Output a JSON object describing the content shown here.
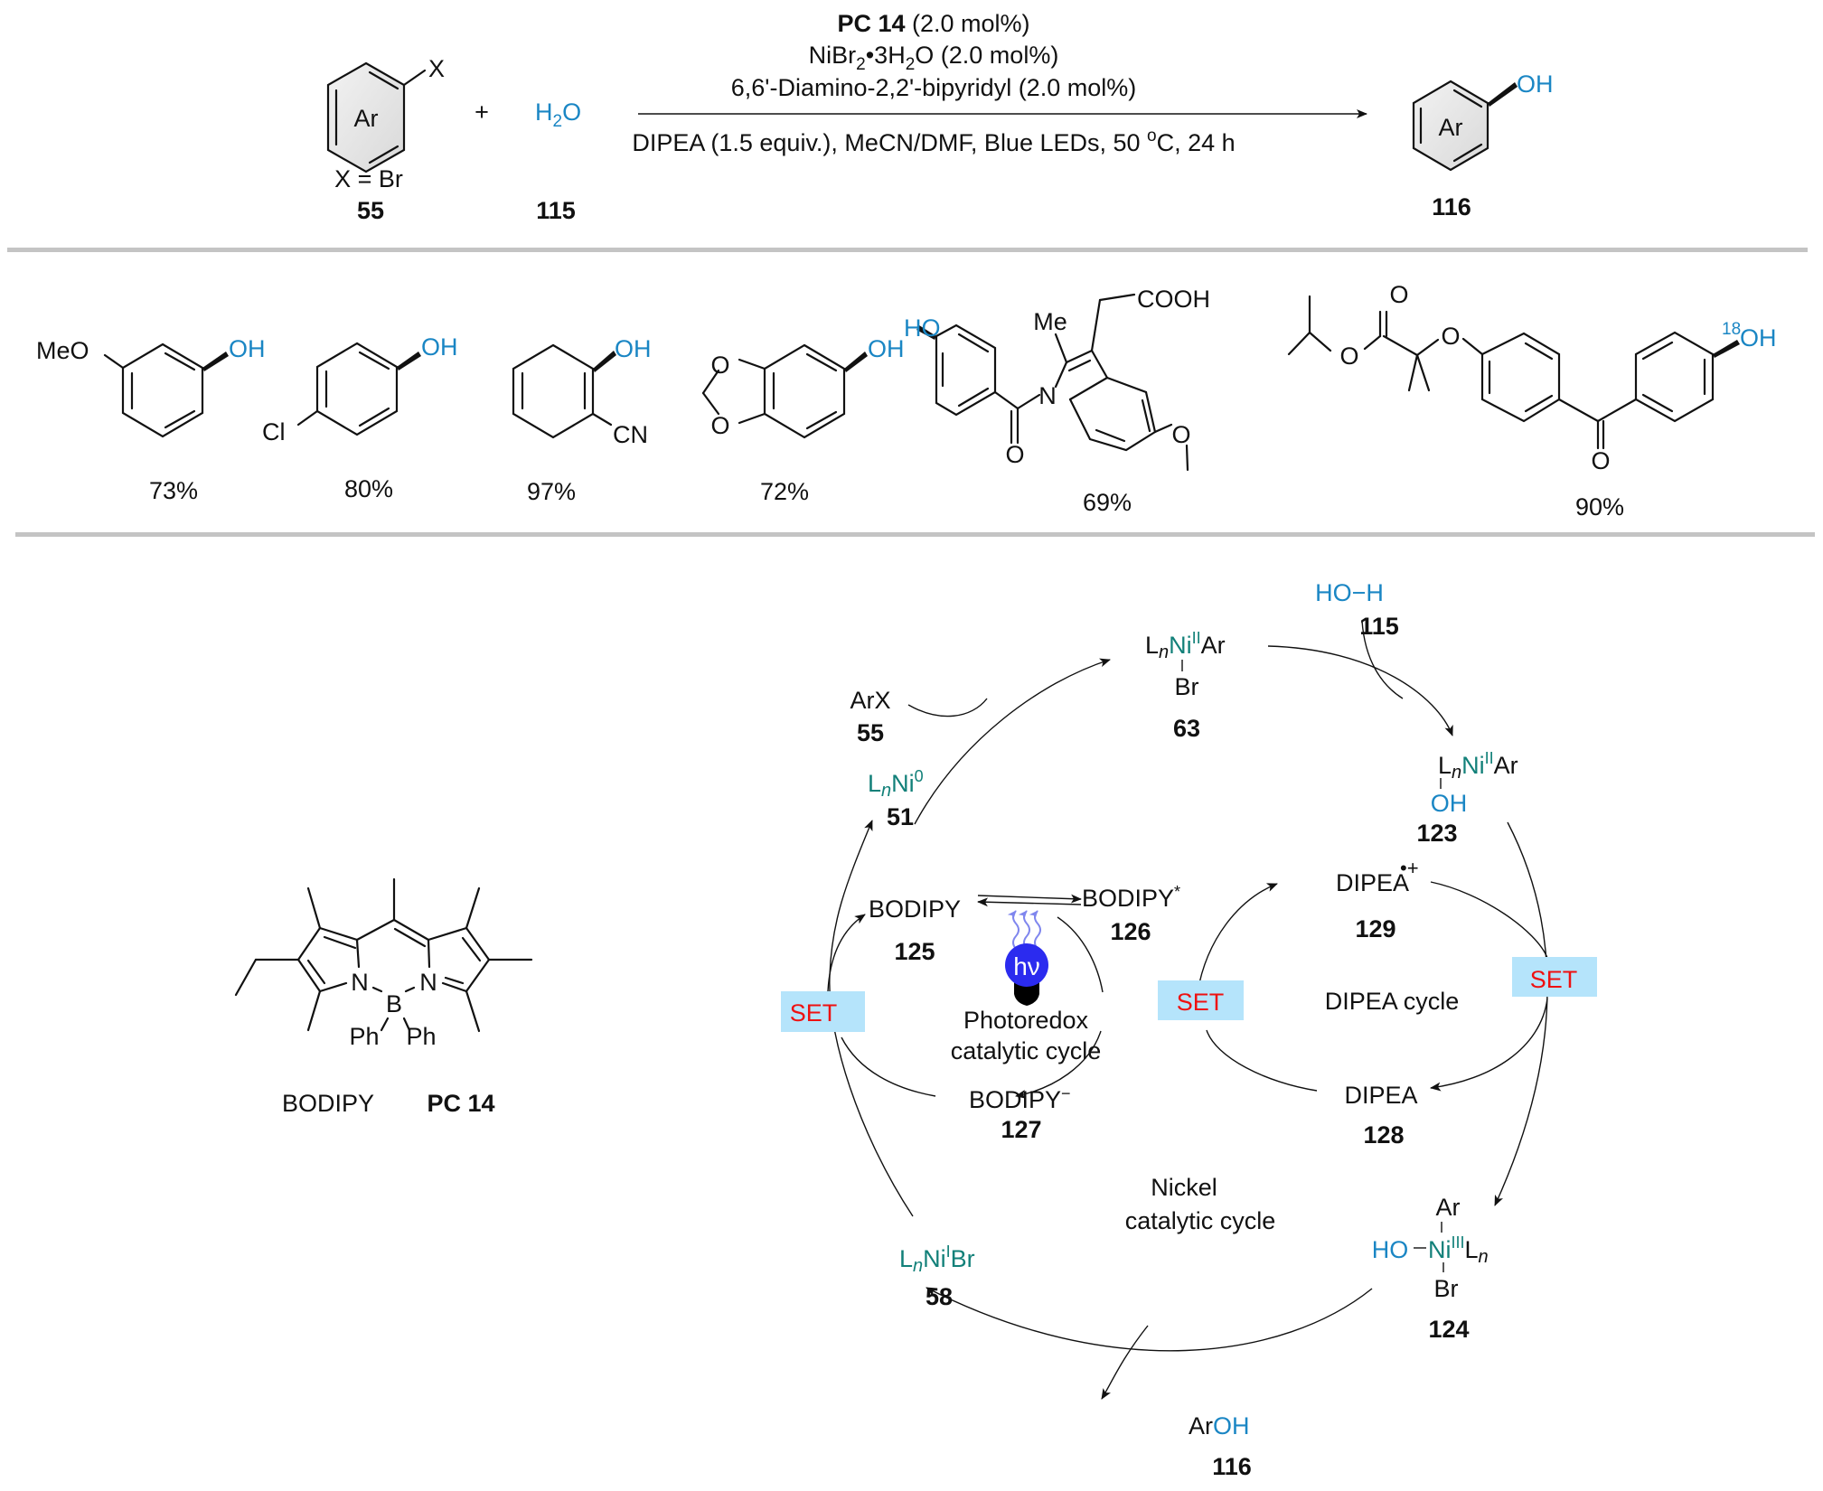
{
  "scheme": {
    "reaction": {
      "reactant": {
        "ring_label": "Ar",
        "substituent": "X",
        "definition": "X = Br",
        "number": "55"
      },
      "plus": "+",
      "water": {
        "H": "H",
        "sub": "2",
        "O": "O",
        "number": "115"
      },
      "conditions_above": [
        {
          "bold": "PC 14",
          "rest": " (2.0 mol%)"
        },
        {
          "pre": "NiBr",
          "sub1": "2",
          "mid": "•3H",
          "sub2": "2",
          "post": "O (2.0 mol%)"
        },
        {
          "text": "6,6'-Diamino-2,2'-bipyridyl (2.0 mol%)"
        }
      ],
      "conditions_below": {
        "pre": "DIPEA (1.5 equiv.), MeCN/DMF, Blue LEDs, 50 ",
        "sup": "o",
        "post": "C, 24 h"
      },
      "product": {
        "ring_label": "Ar",
        "substituent": "OH",
        "number": "116"
      }
    },
    "substrates": [
      {
        "name": "3-methoxyphenol",
        "labels": [
          "MeO",
          "OH"
        ],
        "yield": "73%"
      },
      {
        "name": "4-chlorophenol",
        "labels": [
          "Cl",
          "OH"
        ],
        "yield": "80%"
      },
      {
        "name": "2-hydroxybenzonitrile",
        "labels": [
          "OH",
          "CN"
        ],
        "yield": "97%"
      },
      {
        "name": "sesamol",
        "labels": [
          "O",
          "O",
          "OH"
        ],
        "yield": "72%"
      },
      {
        "name": "indomethacin-derived phenol",
        "labels": [
          "HO",
          "Me",
          "COOH",
          "N",
          "O",
          "O"
        ],
        "yield": "69%"
      },
      {
        "name": "fenofibrate-derived 18O phenol",
        "labels": [
          "O",
          "O",
          "O",
          "O",
          "18",
          "OH"
        ],
        "yield": "90%"
      }
    ],
    "photocatalyst": {
      "atoms": {
        "N1": "N",
        "N2": "N",
        "B": "B",
        "Ph1": "Ph",
        "Ph2": "Ph"
      },
      "caption_name": "BODIPY",
      "caption_code": "PC 14"
    },
    "cycles": {
      "nickel": {
        "title_line1": "Nickel",
        "title_line2": "catalytic cycle",
        "species": {
          "ni0": {
            "L": "L",
            "n": "n",
            "Ni": "Ni",
            "ox": "0",
            "number": "51"
          },
          "arx": {
            "label": "ArX",
            "number": "55"
          },
          "ni2br": {
            "L": "L",
            "n": "n",
            "Ni": "Ni",
            "ox": "II",
            "Ar": "Ar",
            "Br": "Br",
            "number": "63"
          },
          "water": {
            "label": "HO−H",
            "number": "115"
          },
          "ni2oh": {
            "L": "L",
            "n": "n",
            "Ni": "Ni",
            "ox": "II",
            "Ar": "Ar",
            "OH": "OH",
            "number": "123"
          },
          "ni3": {
            "Ar": "Ar",
            "HO": "HO",
            "Ni": "Ni",
            "ox": "III",
            "L": "L",
            "n": "n",
            "Br": "Br",
            "number": "124"
          },
          "product": {
            "Ar": "Ar",
            "OH": "OH",
            "number": "116"
          },
          "ni1": {
            "L": "L",
            "n": "n",
            "Ni": "Ni",
            "ox": "I",
            "Br": "Br",
            "number": "58"
          }
        }
      },
      "photoredox": {
        "title_line1": "Photoredox",
        "title_line2": "catalytic cycle",
        "light_label": "hν",
        "species": {
          "ground": {
            "label": "BODIPY",
            "number": "125"
          },
          "excited": {
            "label": "BODIPY",
            "sup": "*",
            "number": "126"
          },
          "reduced": {
            "label": "BODIPY",
            "sup": "−",
            "number": "127"
          }
        }
      },
      "dipea": {
        "title": "DIPEA cycle",
        "species": {
          "radical_cation": {
            "label": "DIPEA",
            "sup": "•+",
            "number": "129"
          },
          "neutral": {
            "label": "DIPEA",
            "number": "128"
          }
        }
      },
      "set_label": "SET"
    },
    "colors": {
      "blue": "#1a86c4",
      "teal": "#128079",
      "set_text": "#ee1111",
      "set_box": "#b5e4fb",
      "bulb": "#2b2bef",
      "divider": "#c4c4c4"
    }
  }
}
